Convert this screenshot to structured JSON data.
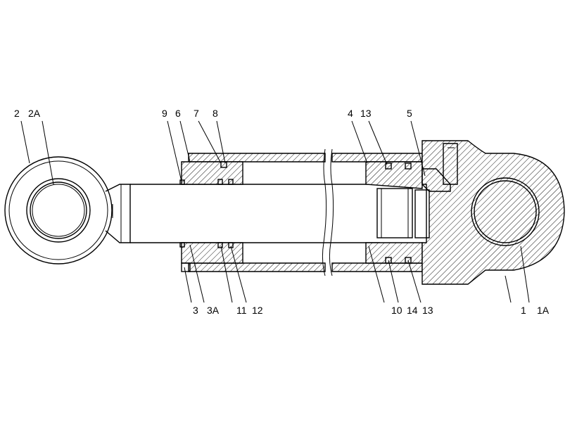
{
  "callouts": {
    "c2": "2",
    "c2A": "2A",
    "c9": "9",
    "c6": "6",
    "c7": "7",
    "c8": "8",
    "c4": "4",
    "c13top": "13",
    "c5": "5",
    "c3": "3",
    "c3A": "3A",
    "c11": "11",
    "c12": "12",
    "c10": "10",
    "c14": "14",
    "c13bot": "13",
    "c1": "1",
    "c1A": "1A"
  }
}
